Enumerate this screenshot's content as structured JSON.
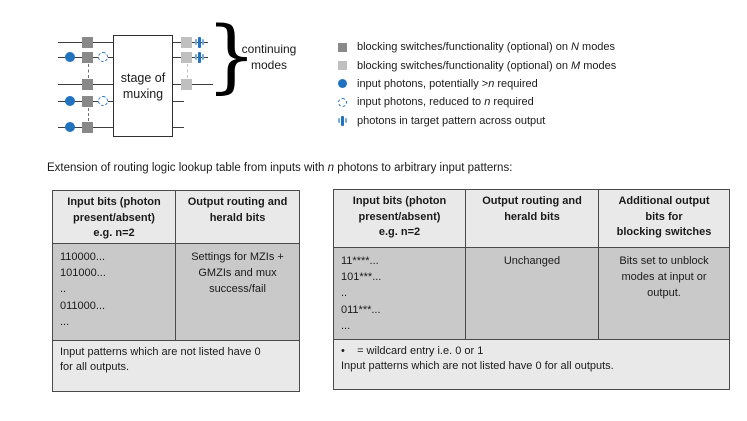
{
  "diagram": {
    "box_label": "stage of\nmuxing",
    "brace_glyph": "}",
    "continuing_label": "continuing\nmodes"
  },
  "legend": {
    "items": [
      {
        "icon": "blocking-switch-n-icon",
        "pre": "blocking switches/functionality (optional) on ",
        "em": "N",
        "post": " modes"
      },
      {
        "icon": "blocking-switch-m-icon",
        "pre": "blocking switches/functionality (optional) on ",
        "em": "M",
        "post": " modes"
      },
      {
        "icon": "input-photon-icon",
        "pre": "input photons, potentially >",
        "em": "n",
        "post": " required"
      },
      {
        "icon": "reduced-photon-icon",
        "pre": "input photons, reduced to ",
        "em": "n",
        "post": " required"
      },
      {
        "icon": "target-pattern-icon",
        "pre": "photons in target pattern across output",
        "em": "",
        "post": ""
      }
    ]
  },
  "caption": {
    "pre": "Extension of routing logic lookup table from inputs with ",
    "em": "n",
    "post": " photons to arbitrary input patterns:"
  },
  "left_table": {
    "headers": [
      "Input bits (photon\npresent/absent)\ne.g. n=2",
      "Output routing and\nherald bits"
    ],
    "body": [
      "110000...\n101000...\n..\n011000...\n...",
      "Settings for MZIs +\nGMZIs and mux\nsuccess/fail"
    ],
    "footer": "Input patterns which are not listed have 0\nfor all outputs."
  },
  "right_table": {
    "headers": [
      "Input bits (photon\npresent/absent)\ne.g. n=2",
      "Output routing and\nherald bits",
      "Additional output\nbits for\nblocking switches"
    ],
    "body": [
      "11****...\n101***...\n..\n011***...\n...",
      "Unchanged",
      "Bits set to unblock\nmodes at input or\noutput."
    ],
    "footer": "•    = wildcard entry i.e. 0 or 1\nInput patterns which are not listed have 0 for all outputs."
  },
  "colors": {
    "photon-blue": "#2173c0",
    "photon-blue-light": "#78a8d9",
    "switch-dark": "#898989",
    "switch-light": "#c0c0c0",
    "table-header-bg": "#e9e9e9",
    "table-body-bg": "#c9c9c9",
    "table-border": "#4a4a4a",
    "line-color": "#3d3d3d",
    "text-color": "#1a1a1a"
  }
}
